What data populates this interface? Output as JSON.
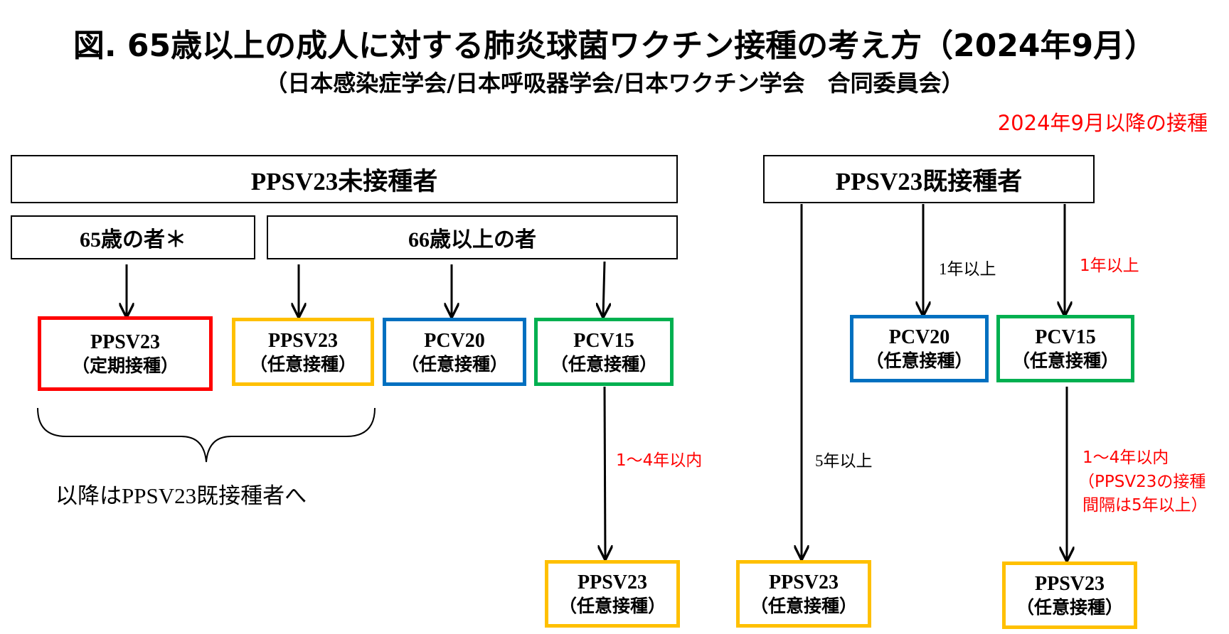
{
  "title": "図. 65歳以上の成人に対する肺炎球菌ワクチン接種の考え方（2024年9月）",
  "subtitle": "（日本感染症学会/日本呼吸器学会/日本ワクチン学会　合同委員会）",
  "note": "2024年9月以降の接種",
  "colors": {
    "red": "#ff0000",
    "yellow": "#ffc000",
    "blue": "#0070c0",
    "green": "#00b050"
  },
  "unvaccinated": {
    "header": "PPSV23未接種者",
    "age65": "65歳の者＊",
    "age66plus": "66歳以上の者",
    "boxes": {
      "routine_ppsv23": {
        "name": "PPSV23",
        "type": "（定期接種）"
      },
      "optional_ppsv23": {
        "name": "PPSV23",
        "type": "（任意接種）"
      },
      "optional_pcv20": {
        "name": "PCV20",
        "type": "（任意接種）"
      },
      "optional_pcv15": {
        "name": "PCV15",
        "type": "（任意接種）"
      },
      "followup_ppsv23": {
        "name": "PPSV23",
        "type": "（任意接種）"
      }
    },
    "interval_label": "1〜4年以内",
    "brace_label": "以降はPPSV23既接種者へ"
  },
  "vaccinated": {
    "header": "PPSV23既接種者",
    "interval_5y": "5年以上",
    "interval_1y_black": "1年以上",
    "interval_1y_red": "1年以上",
    "interval_1to4": "1〜4年以内",
    "interval_note_1": "（PPSV23の接種",
    "interval_note_2": "間隔は5年以上）",
    "boxes": {
      "pcv20": {
        "name": "PCV20",
        "type": "（任意接種）"
      },
      "pcv15": {
        "name": "PCV15",
        "type": "（任意接種）"
      },
      "ppsv23_direct": {
        "name": "PPSV23",
        "type": "（任意接種）"
      },
      "ppsv23_after_pcv15": {
        "name": "PPSV23",
        "type": "（任意接種）"
      }
    }
  }
}
